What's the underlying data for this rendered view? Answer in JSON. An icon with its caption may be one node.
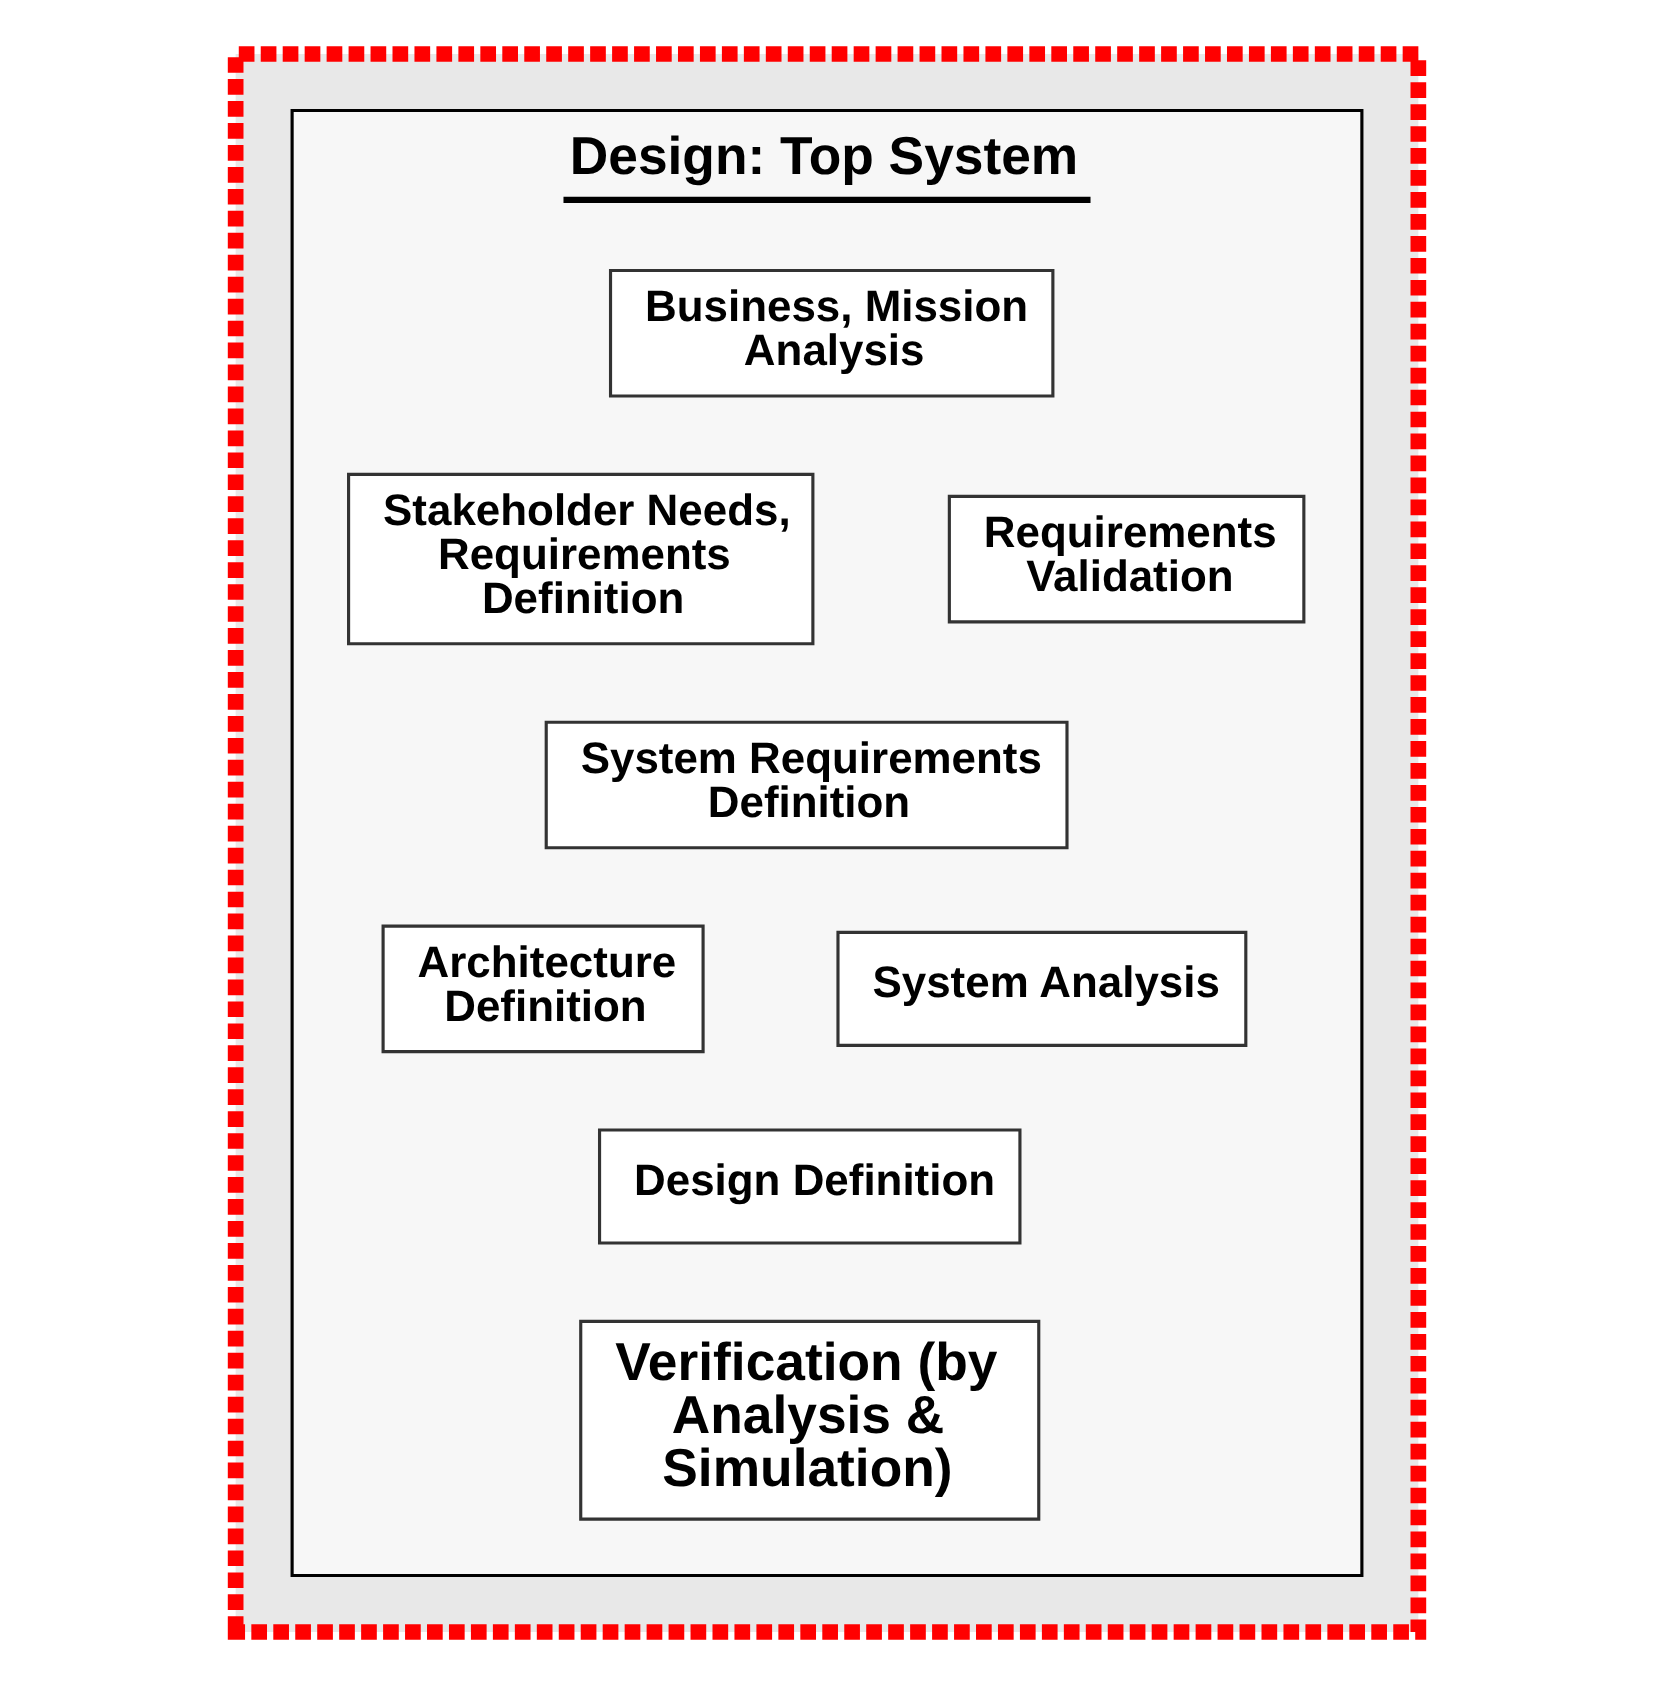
{
  "diagram": {
    "nodes": [
      {
        "text": [],
        "shape": "box"
      },
      {
        "text": [
          "Design: Top System"
        ],
        "in": 0
      },
      {
        "text": [
          "Business, Mission Analysis"
        ],
        "in": 1
      },
      {
        "text": [
          "Stakeholder Needs, Requirements Definition"
        ],
        "in": 1
      },
      {
        "text": [
          "Requirements Validation"
        ],
        "in": 1
      },
      {
        "text": [
          "System Requirements Definition"
        ],
        "in": 1
      },
      {
        "text": [
          "Architecture Definition"
        ],
        "in": 1
      },
      {
        "text": [
          "System Analysis"
        ],
        "in": 1
      },
      {
        "text": [
          "Design Definition"
        ],
        "in": 1
      },
      {
        "text": [
          "Verification (by Analysis & Simulation)"
        ],
        "in": 1
      }
    ],
    "edges": []
  }
}
